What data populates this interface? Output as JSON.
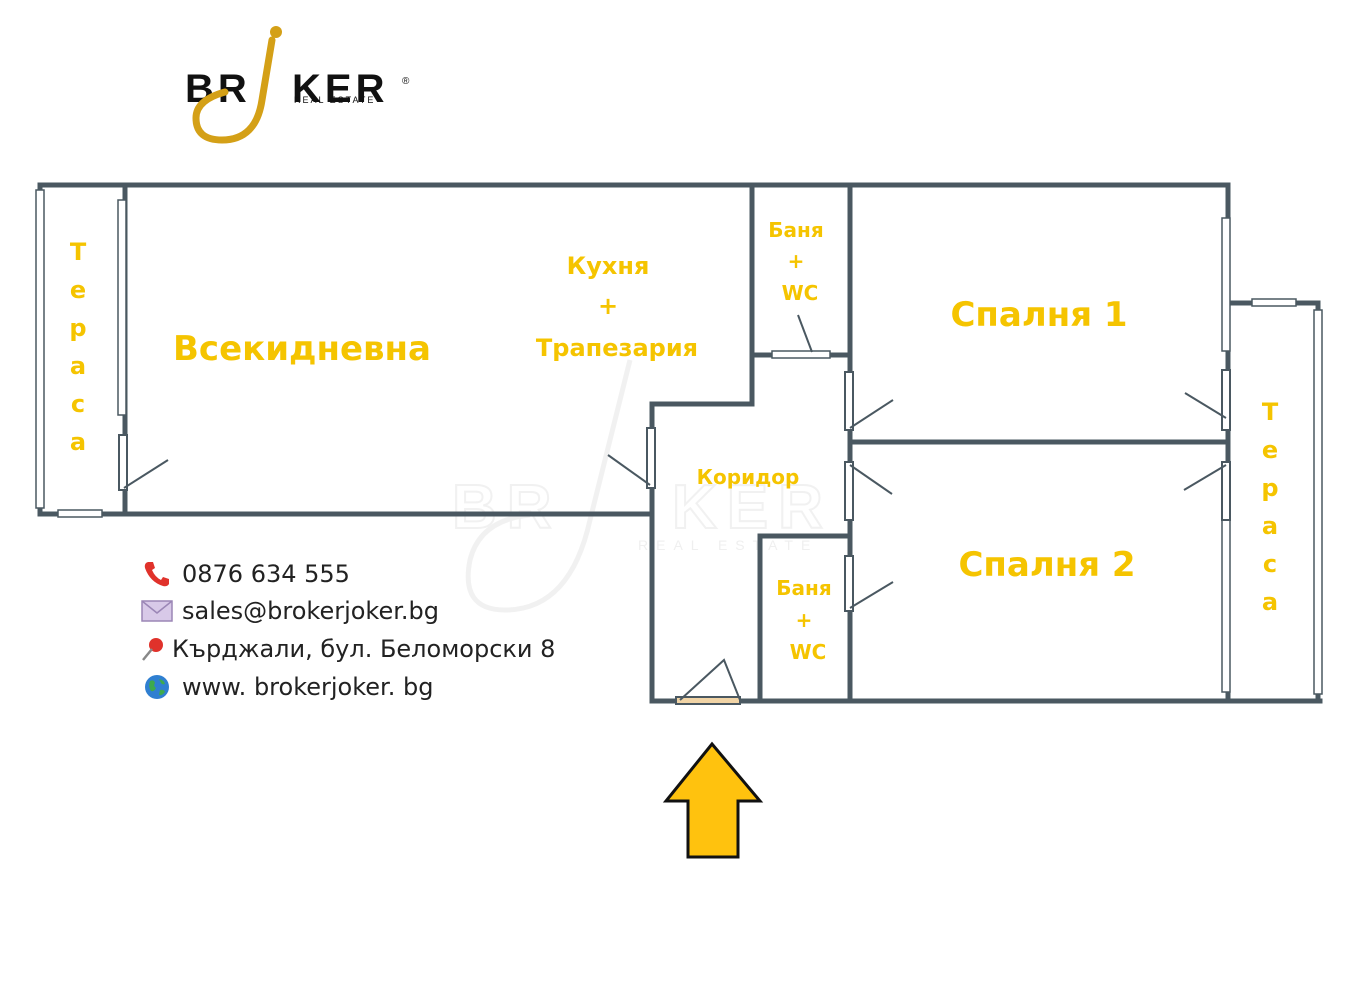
{
  "logo": {
    "text_left": "BR",
    "text_right": "KER",
    "subtitle": "REAL ESTATE",
    "reg_mark": "®"
  },
  "rooms": {
    "terrace_left": "Тераса",
    "living": "Всекидневна",
    "kitchen_line1": "Кухня",
    "kitchen_plus": "+",
    "kitchen_line2": "Трапезария",
    "bath1_line1": "Баня",
    "bath1_plus": "+",
    "bath1_line2": "WC",
    "bedroom1": "Спалня 1",
    "bedroom2": "Спалня 2",
    "corridor": "Коридор",
    "bath2_line1": "Баня",
    "bath2_plus": "+",
    "bath2_line2": "WC",
    "terrace_right": "Тераса"
  },
  "contacts": {
    "phone": "0876 634 555",
    "email": "sales@brokerjoker.bg",
    "address": "Кърджали, бул. Беломорски 8",
    "website": "www. brokerjoker. bg"
  },
  "icons": [
    "phone-icon",
    "mail-icon",
    "pin-icon",
    "globe-icon",
    "entrance-arrow-icon"
  ],
  "colors": {
    "label": "#f5c400",
    "wall": "#4a5861",
    "arrow": "#ffc20e",
    "logo_gold": "#d4a017"
  }
}
